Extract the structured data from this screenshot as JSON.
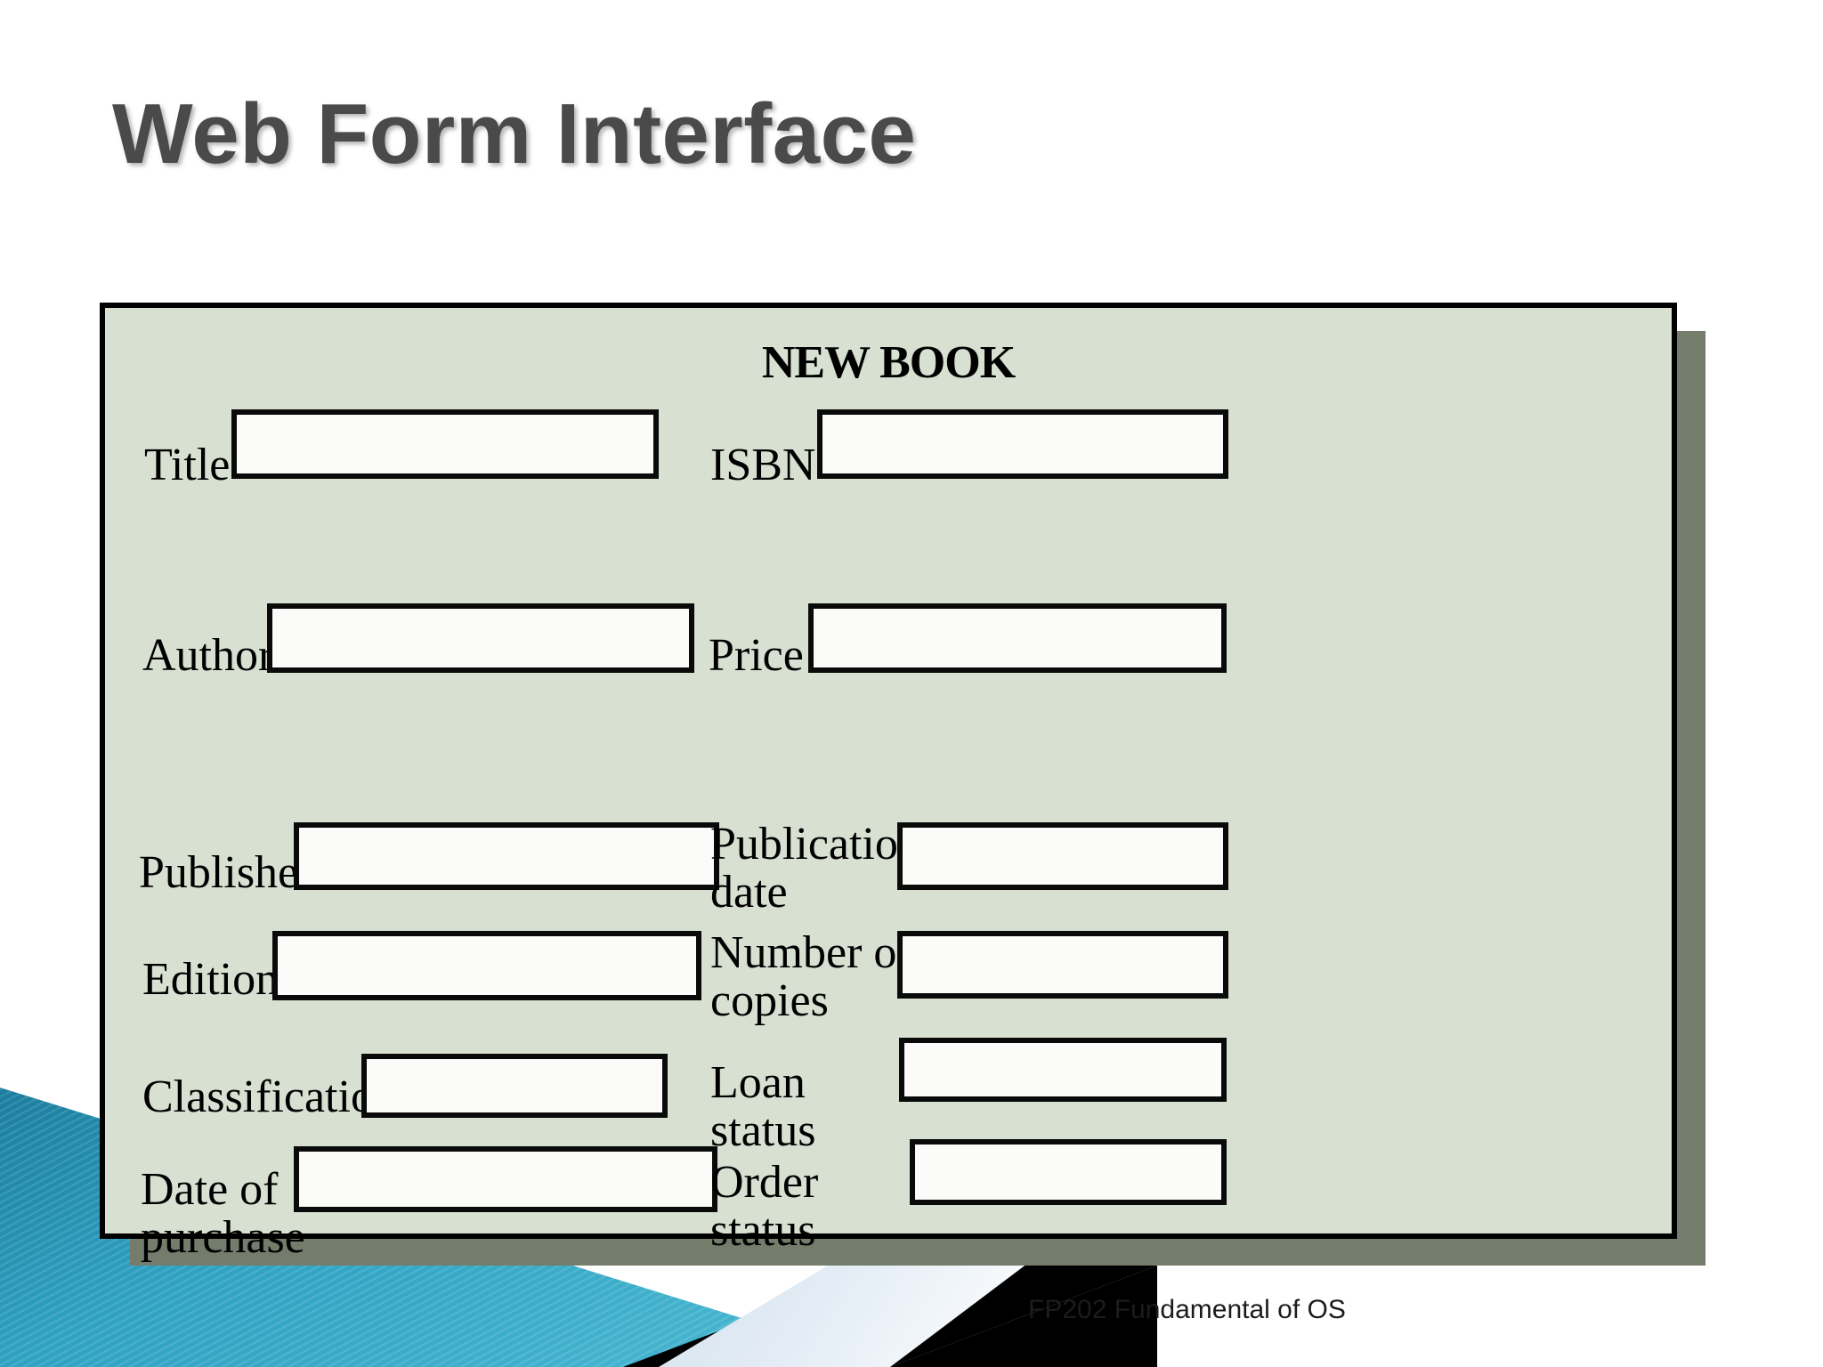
{
  "slide": {
    "title": "Web Form Interface",
    "footer": "FP202 Fundamental of OS"
  },
  "form": {
    "heading": "NEW BOOK",
    "fields": [
      {
        "label": "Title",
        "column": "left",
        "value": "",
        "placeholder": ""
      },
      {
        "label": "Author",
        "column": "left",
        "value": "",
        "placeholder": ""
      },
      {
        "label": "Publisher",
        "column": "left",
        "value": "",
        "placeholder": ""
      },
      {
        "label": "Edition",
        "column": "left",
        "value": "",
        "placeholder": ""
      },
      {
        "label": "Classification",
        "column": "left",
        "value": "",
        "placeholder": ""
      },
      {
        "label": "Date of\npurchase",
        "column": "left",
        "value": "",
        "placeholder": ""
      },
      {
        "label": "ISBN",
        "column": "right",
        "value": "",
        "placeholder": ""
      },
      {
        "label": "Price",
        "column": "right",
        "value": "",
        "placeholder": ""
      },
      {
        "label": "Publication\ndate",
        "column": "right",
        "value": "",
        "placeholder": ""
      },
      {
        "label": "Number of\ncopies",
        "column": "right",
        "value": "",
        "placeholder": ""
      },
      {
        "label": "Loan\nstatus",
        "column": "right",
        "value": "",
        "placeholder": ""
      },
      {
        "label": "Order\nstatus",
        "column": "right",
        "value": "",
        "placeholder": ""
      }
    ]
  },
  "colors": {
    "panel_background": "#d7e0d1",
    "panel_border": "#000000",
    "panel_shadow": "#747c6c",
    "input_fill": "#fbfcfa",
    "input_border": "#0a0a0a",
    "title_text": "#4a4a4a",
    "decor_teal": "#2a9cbe",
    "decor_teal_dark": "#1d7e9e",
    "decor_black": "#000000",
    "decor_light_blue": "#dde7f0"
  }
}
